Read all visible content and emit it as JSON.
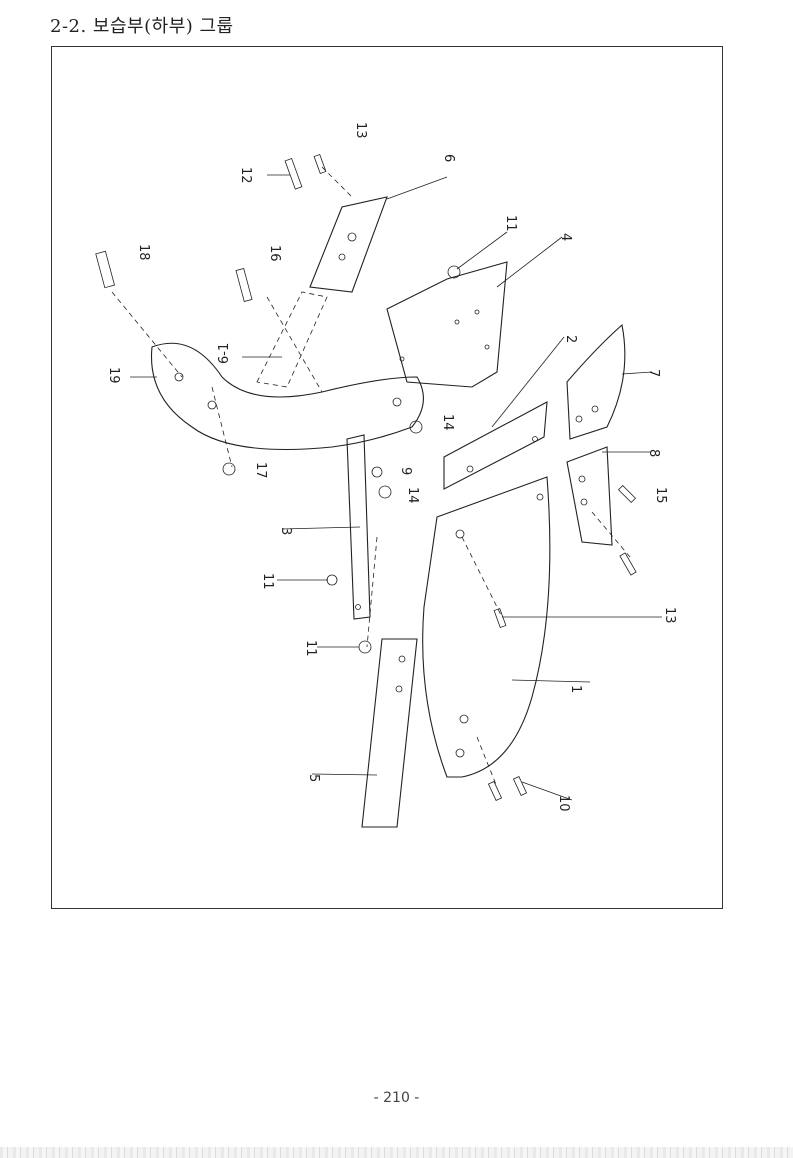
{
  "heading": "2-2. 보습부(하부) 그룹",
  "page_number": "- 210 -",
  "callouts": [
    {
      "id": "c1",
      "text": "1"
    },
    {
      "id": "c2",
      "text": "2"
    },
    {
      "id": "c3",
      "text": "3"
    },
    {
      "id": "c4",
      "text": "4"
    },
    {
      "id": "c5",
      "text": "5"
    },
    {
      "id": "c6",
      "text": "6"
    },
    {
      "id": "c6-1",
      "text": "6-1"
    },
    {
      "id": "c7",
      "text": "7"
    },
    {
      "id": "c8",
      "text": "8"
    },
    {
      "id": "c9",
      "text": "9"
    },
    {
      "id": "c10",
      "text": "10"
    },
    {
      "id": "c11a",
      "text": "11"
    },
    {
      "id": "c11b",
      "text": "11"
    },
    {
      "id": "c11c",
      "text": "11"
    },
    {
      "id": "c12",
      "text": "12"
    },
    {
      "id": "c13a",
      "text": "13"
    },
    {
      "id": "c13b",
      "text": "13"
    },
    {
      "id": "c14a",
      "text": "14"
    },
    {
      "id": "c14b",
      "text": "14"
    },
    {
      "id": "c15",
      "text": "15"
    },
    {
      "id": "c16",
      "text": "16"
    },
    {
      "id": "c17",
      "text": "17"
    },
    {
      "id": "c18",
      "text": "18"
    },
    {
      "id": "c19",
      "text": "19"
    }
  ]
}
